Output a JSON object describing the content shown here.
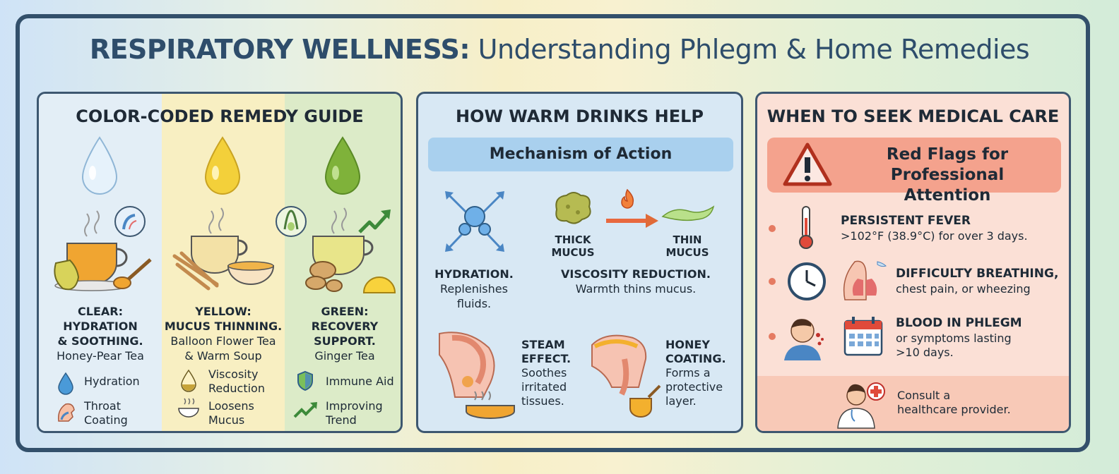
{
  "title": {
    "bold": "RESPIRATORY WELLNESS:",
    "rest": " Understanding Phlegm & Home Remedies"
  },
  "panel1": {
    "heading": "COLOR-CODED REMEDY GUIDE",
    "columns": [
      {
        "label1": "CLEAR:",
        "label2": "HYDRATION",
        "label3": "& SOOTHING.",
        "desc1": "Honey-Pear Tea",
        "desc2": "",
        "legend": [
          {
            "icon": "water-drop-icon",
            "text": "Hydration"
          },
          {
            "icon": "throat-icon",
            "text": "Throat\nCoating"
          }
        ]
      },
      {
        "label1": "YELLOW:",
        "label2": "MUCUS THINNING.",
        "label3": "",
        "desc1": "Balloon Flower Tea",
        "desc2": "& Warm Soup",
        "legend": [
          {
            "icon": "viscosity-drop-icon",
            "text": "Viscosity\nReduction"
          },
          {
            "icon": "steaming-bowl-icon",
            "text": "Loosens\nMucus"
          }
        ]
      },
      {
        "label1": "GREEN:",
        "label2": "RECOVERY",
        "label3": "SUPPORT.",
        "desc1": "Ginger Tea",
        "desc2": "",
        "legend": [
          {
            "icon": "shield-icon",
            "text": "Immune Aid"
          },
          {
            "icon": "trend-up-icon",
            "text": "Improving\nTrend"
          }
        ]
      }
    ],
    "colors": {
      "clear": "#cfe4f5",
      "yellow": "#f3d03a",
      "green": "#7fb23a"
    }
  },
  "panel2": {
    "heading": "HOW WARM DRINKS HELP",
    "mechanism": "Mechanism of Action",
    "thick": "THICK\nMUCUS",
    "thin": "THIN\nMUCUS",
    "hydration_title": "HYDRATION.",
    "hydration_desc": "Replenishes\nfluids.",
    "viscosity_title": "VISCOSITY REDUCTION.",
    "viscosity_desc": "Warmth thins mucus.",
    "steam_title": "STEAM\nEFFECT.",
    "steam_desc": "Soothes\nirritated\ntissues.",
    "honey_title": "HONEY\nCOATING.",
    "honey_desc": "Forms a\nprotective\nlayer."
  },
  "panel3": {
    "heading": "WHEN TO SEEK MEDICAL CARE",
    "red_flags": "Red Flags for\nProfessional Attention",
    "fever_title": "PERSISTENT FEVER",
    "fever_desc": ">102°F   (38.9°C) for over 3 days.",
    "breathing_title": "DIFFICULTY BREATHING,",
    "breathing_desc": "chest pain, or wheezing",
    "blood_title": "BLOOD IN PHLEGM",
    "blood_desc": "or symptoms lasting\n>10 days.",
    "consult": "Consult a\nhealthcare provider."
  }
}
